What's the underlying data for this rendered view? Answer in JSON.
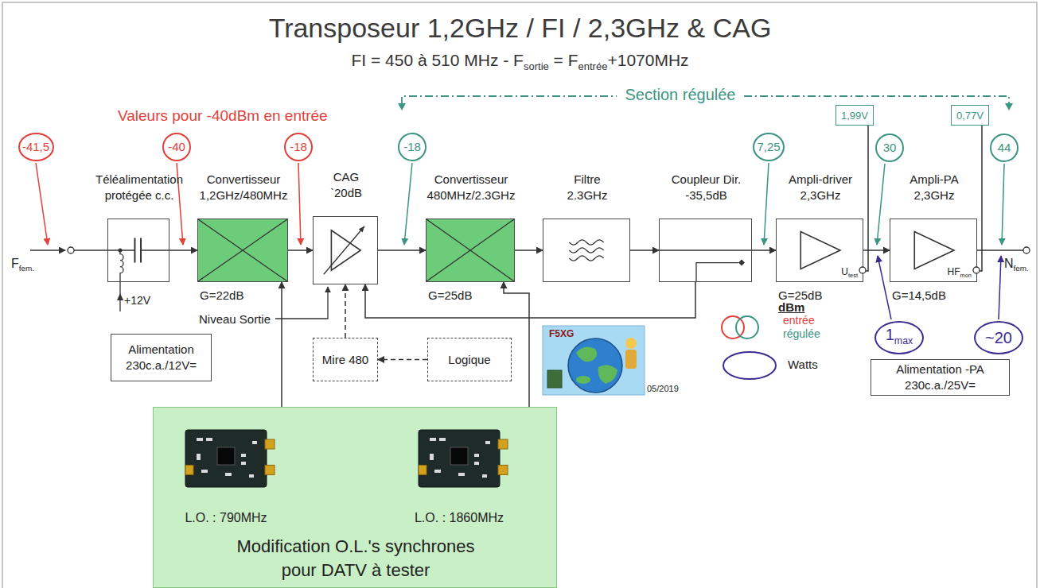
{
  "diagram": {
    "title": "Transposeur 1,2GHz / FI / 2,3GHz & CAG",
    "nodes": [
      {
        "text": [
          "-41,5"
        ]
      },
      {
        "text": [
          "-40"
        ]
      },
      {
        "text": [
          "-18"
        ]
      },
      {
        "text": [
          "-18"
        ]
      },
      {
        "text": [
          "7,25"
        ]
      },
      {
        "text": [
          "1,99V"
        ]
      },
      {
        "text": [
          "30"
        ]
      },
      {
        "text": [
          "0,77V"
        ]
      },
      {
        "text": [
          "44"
        ]
      },
      {
        "text": [
          "Téléalimentation protégée c.c."
        ]
      },
      {
        "text": [
          "Convertisseur 1,2GHz/480MHz",
          "G=22dB"
        ]
      },
      {
        "text": [
          "CAG `20dB"
        ]
      },
      {
        "text": [
          "Convertisseur 480MHz/2.3GHz",
          "G=25dB"
        ]
      },
      {
        "text": [
          "Filtre 2.3GHz"
        ]
      },
      {
        "text": [
          "Coupleur Dir. -35,5dB"
        ]
      },
      {
        "text": [
          "Ampli-driver 2,3GHz",
          "Utest",
          "G=25dB"
        ]
      },
      {
        "text": [
          "Ampli-PA 2,3GHz",
          "HFmon",
          "G=14,5dB"
        ]
      },
      {
        "text": [
          "Alimentation 230c.a./12V="
        ]
      },
      {
        "text": [
          "Mire 480"
        ]
      },
      {
        "text": [
          "Logique"
        ]
      },
      {
        "text": [
          "1max"
        ]
      },
      {
        "text": [
          "~20"
        ]
      },
      {
        "text": [
          "Alimentation -PA 230c.a./25V="
        ]
      },
      {
        "text": [
          "Modification O.L.'s synchrones pour DATV à tester"
        ]
      },
      {
        "text": [
          "L.O. : 790MHz"
        ],
        "in": 23
      },
      {
        "text": [
          "L.O. : 1860MHz"
        ],
        "in": 23
      }
    ],
    "edges": [
      {
        "from": 9,
        "to": 10,
        "arrow": "to"
      },
      {
        "from": 10,
        "to": 11,
        "arrow": "to"
      },
      {
        "from": 11,
        "to": 12,
        "arrow": "to"
      },
      {
        "from": 12,
        "to": 13,
        "arrow": "to"
      },
      {
        "from": 13,
        "to": 14,
        "arrow": "to"
      },
      {
        "from": 14,
        "to": 15,
        "arrow": "to"
      },
      {
        "from": 15,
        "to": 16,
        "arrow": "to"
      },
      {
        "from": 14,
        "to": 11,
        "arrow": "to"
      },
      {
        "from": 18,
        "to": 11,
        "arrow": "to"
      },
      {
        "from": 19,
        "to": 18,
        "arrow": "to"
      },
      {
        "from": 24,
        "to": 10,
        "arrow": "to"
      },
      {
        "from": 25,
        "to": 12,
        "arrow": "to"
      },
      {
        "from": 24,
        "to": 25,
        "arrow": "to"
      },
      {
        "from": 5,
        "to": 15,
        "arrow": "none"
      },
      {
        "from": 7,
        "to": 16,
        "arrow": "none"
      }
    ],
    "labels": [
      "FI = 450 à 510 MHz - Fsortie = Fentrée+1070MHz",
      "Valeurs pour -40dBm en entrée",
      "Section régulée",
      "Ffem.",
      "+12V",
      "Niveau Sortie",
      "Nfem.",
      "dBm",
      "F5XG",
      "05/2019"
    ],
    "legend": [
      {
        "text": "entrée"
      },
      {
        "text": "régulée"
      },
      {
        "text": "Watts"
      }
    ]
  }
}
